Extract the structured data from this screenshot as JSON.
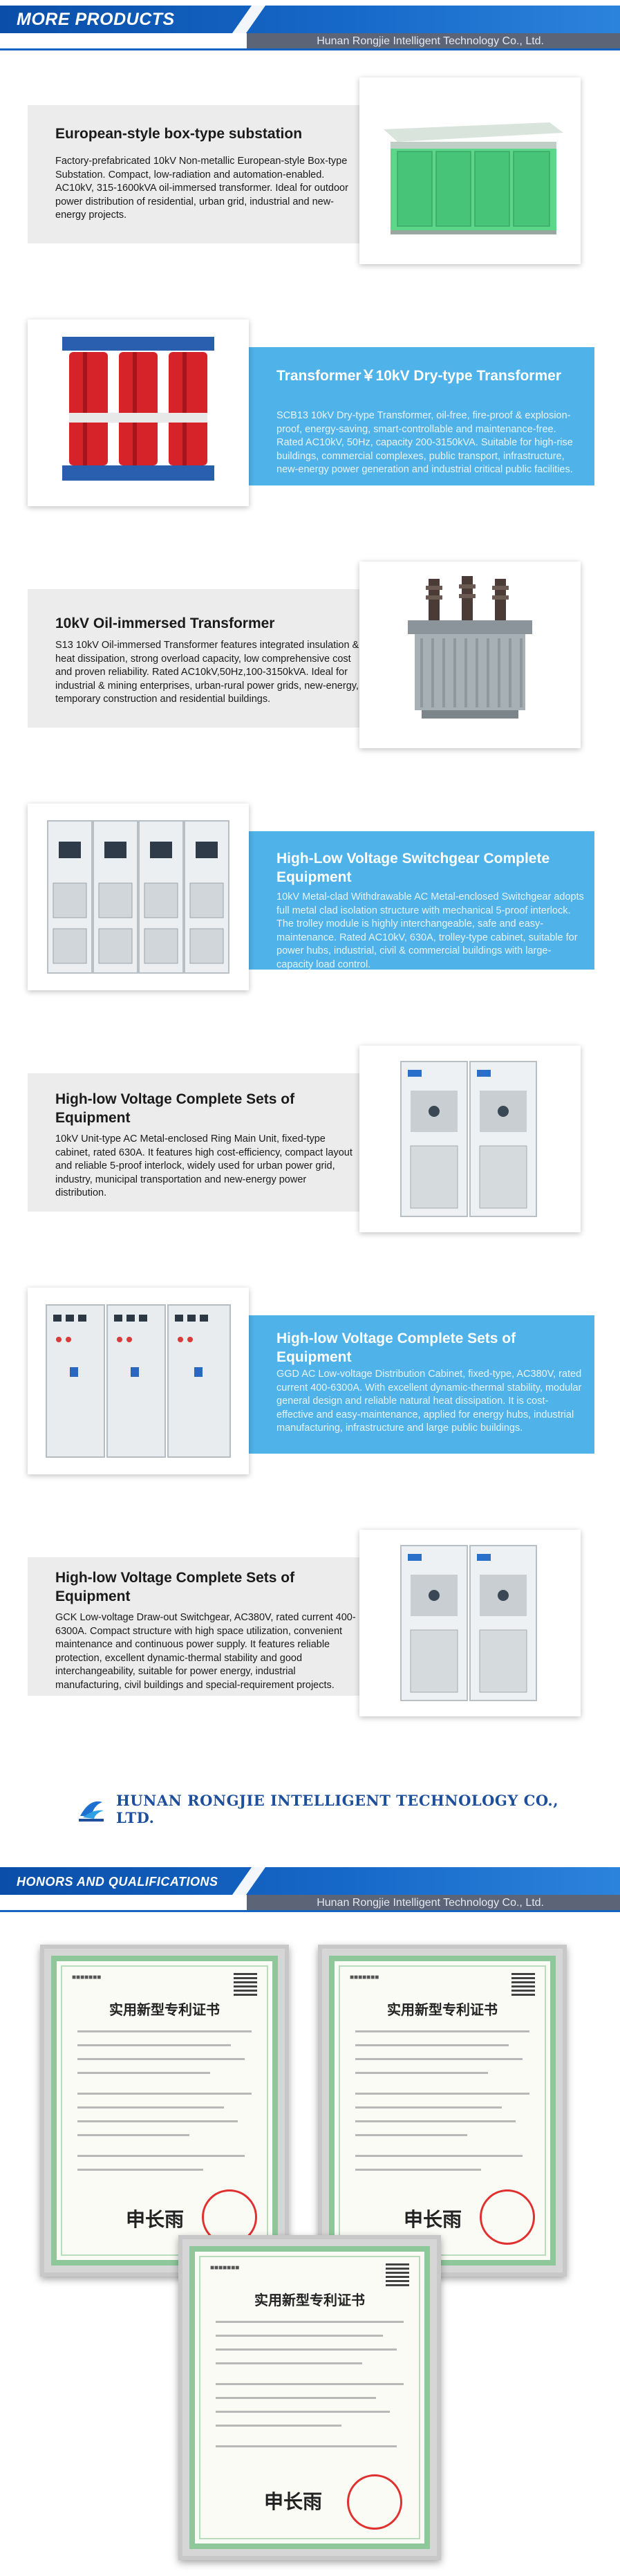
{
  "header_products": {
    "title": "MORE PRODUCTS",
    "company": "Hunan Rongjie Intelligent Technology Co., Ltd."
  },
  "products": [
    {
      "title": "European-style box-type substation",
      "desc": "Factory-prefabricated 10kV Non-metallic European-style Box-type Substation. Compact, low-radiation and automation-enabled. AC10kV, 315-1600kVA oil-immersed transformer. Ideal for outdoor power distribution of residential, urban grid, industrial and new-energy projects."
    },
    {
      "title": "Transformer￥10kV Dry-type Transformer",
      "desc": "SCB13 10kV Dry-type Transformer, oil-free, fire-proof & explosion-proof, energy-saving, smart-controllable and maintenance-free. Rated AC10kV, 50Hz, capacity 200-3150kVA. Suitable for high-rise buildings, commercial complexes, public transport, infrastructure, new-energy power generation and industrial critical public facilities."
    },
    {
      "title": "10kV Oil-immersed Transformer",
      "desc": "S13 10kV Oil-immersed Transformer features integrated insulation & heat dissipation, strong overload capacity, low comprehensive cost and proven reliability. Rated AC10kV,50Hz,100-3150kVA. Ideal for industrial & mining enterprises, urban-rural power grids, new-energy, temporary construction and residential buildings."
    },
    {
      "title": "High-Low Voltage Switchgear Complete Equipment",
      "desc": "10kV Metal-clad Withdrawable AC Metal-enclosed Switchgear adopts full metal clad isolation structure with mechanical 5-proof interlock. The trolley module is highly interchangeable, safe and easy-maintenance. Rated AC10kV, 630A, trolley-type cabinet, suitable for power hubs, industrial, civil & commercial buildings with large-capacity load control."
    },
    {
      "title": "High-low Voltage Complete Sets of Equipment",
      "desc": "10kV Unit-type AC Metal-enclosed Ring Main Unit, fixed-type cabinet, rated 630A. It features high cost-efficiency, compact layout and reliable 5-proof interlock, widely used for urban power grid, industry, municipal transportation and new-energy power distribution."
    },
    {
      "title": "High-low Voltage Complete Sets of Equipment",
      "desc": "GGD AC Low-voltage Distribution Cabinet, fixed-type, AC380V, rated current 400-6300A. With excellent dynamic-thermal stability, modular general design and reliable natural heat dissipation. It is cost-effective and easy-maintenance, applied for energy hubs, industrial manufacturing, infrastructure and large public buildings."
    },
    {
      "title": "High-low Voltage Complete Sets of Equipment",
      "desc": "GCK Low-voltage Draw-out Switchgear, AC380V, rated current 400-6300A. Compact structure with high space utilization, convenient maintenance and continuous power supply. It features reliable protection, excellent dynamic-thermal stability and good interchangeability, suitable for power energy, industrial manufacturing, civil buildings and special-requirement projects."
    }
  ],
  "brand": {
    "name": "HUNAN RONGJIE INTELLIGENT TECHNOLOGY CO., LTD."
  },
  "header_honors": {
    "title": "HONORS AND QUALIFICATIONS",
    "company": "Hunan Rongjie Intelligent Technology Co., Ltd."
  },
  "certificates": [
    {
      "title": "实用新型专利证书",
      "signature": "申长雨"
    },
    {
      "title": "实用新型专利证书",
      "signature": "申长雨"
    },
    {
      "title": "实用新型专利证书",
      "signature": "申长雨"
    }
  ],
  "colors": {
    "header_blue": "#1668c8",
    "panel_blue": "#4fb2e8",
    "panel_grey": "#ececec"
  }
}
